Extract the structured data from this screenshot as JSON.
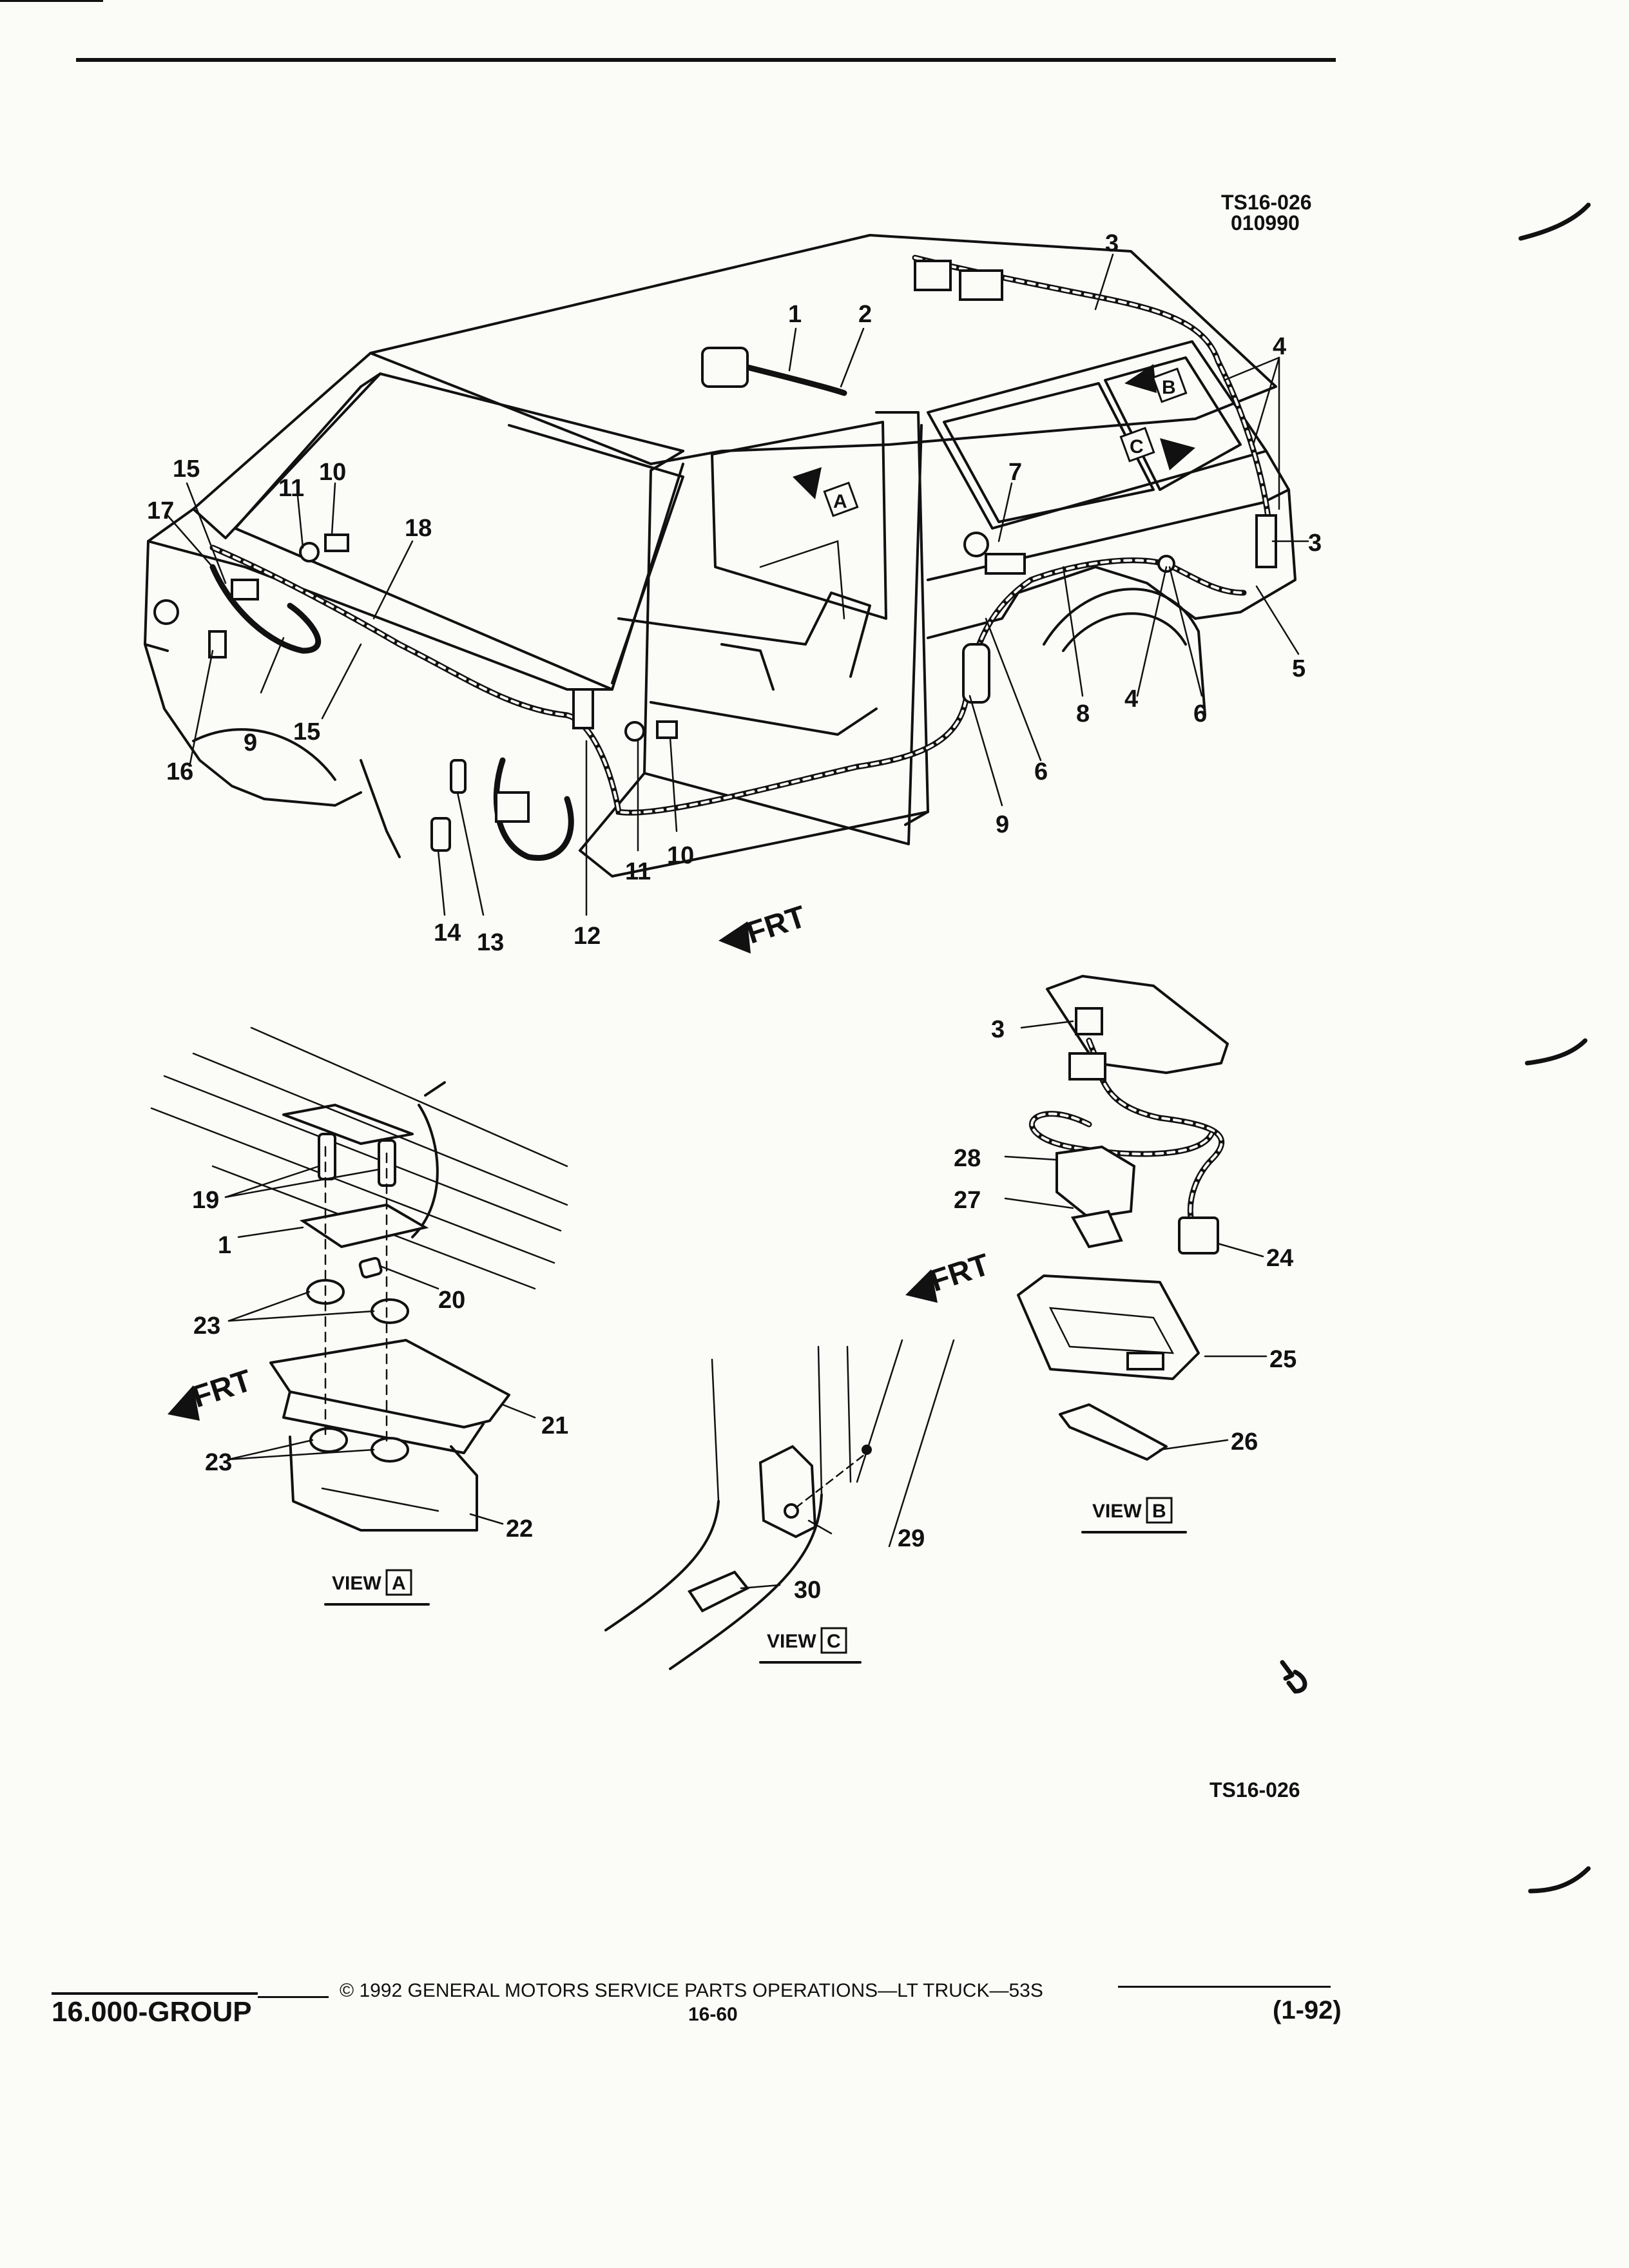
{
  "header": {
    "figure_id": "TS16-026",
    "figure_date": "010990"
  },
  "main_callouts": [
    "1",
    "2",
    "3",
    "4",
    "3",
    "5",
    "6",
    "4",
    "8",
    "6",
    "9",
    "7",
    "15",
    "17",
    "11",
    "10",
    "18",
    "9",
    "15",
    "16",
    "14",
    "13",
    "12",
    "11",
    "10"
  ],
  "front_indicator": "FRT",
  "views": {
    "a": {
      "label_prefix": "VIEW",
      "label_letter": "A",
      "callouts": [
        "19",
        "1",
        "20",
        "23",
        "21",
        "23",
        "22"
      ]
    },
    "b": {
      "label_prefix": "VIEW",
      "label_letter": "B",
      "callouts": [
        "3",
        "28",
        "27",
        "24",
        "25",
        "26"
      ]
    },
    "c": {
      "label_prefix": "VIEW",
      "label_letter": "C",
      "callouts": [
        "29",
        "30"
      ]
    }
  },
  "view_markers": [
    "A",
    "B",
    "C"
  ],
  "footer": {
    "figure_id": "TS16-026",
    "copyright": "© 1992 GENERAL MOTORS SERVICE PARTS OPERATIONS—LT TRUCK—53S",
    "group": "16.000-GROUP",
    "page": "16-60",
    "date_code": "(1-92)"
  }
}
